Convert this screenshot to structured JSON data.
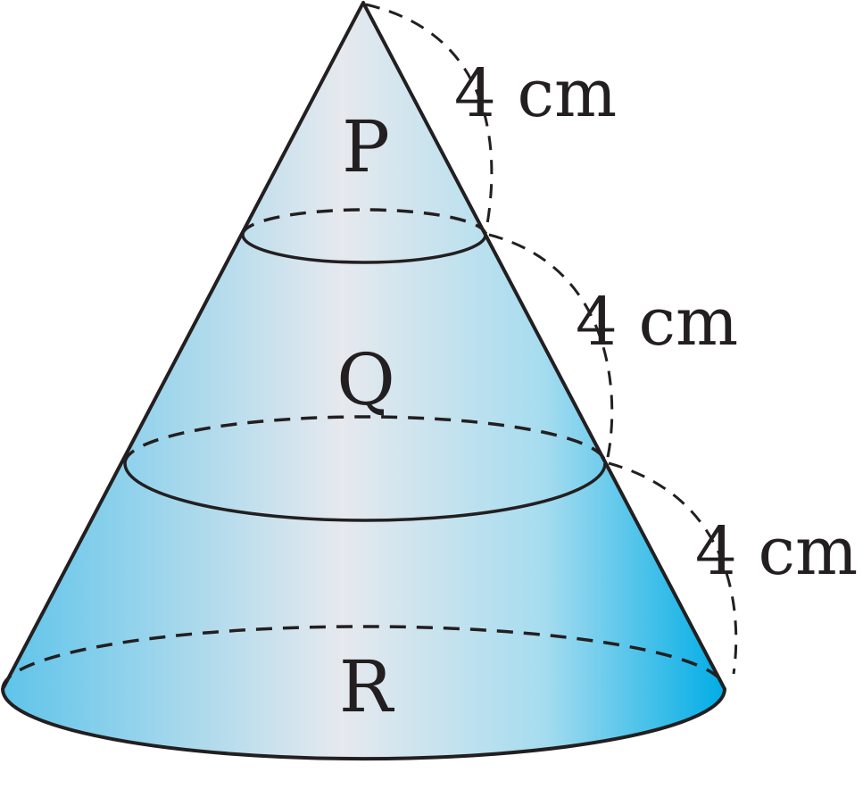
{
  "sections": [
    {
      "label": "P"
    },
    {
      "label": "Q"
    },
    {
      "label": "R"
    }
  ],
  "measurements": [
    {
      "label": "4 cm"
    },
    {
      "label": "4 cm"
    },
    {
      "label": "4 cm"
    }
  ],
  "colors": {
    "edge": "#5ec4ea",
    "center": "#e6e9ee",
    "right": "#00ade6",
    "stroke": "#231f20"
  }
}
